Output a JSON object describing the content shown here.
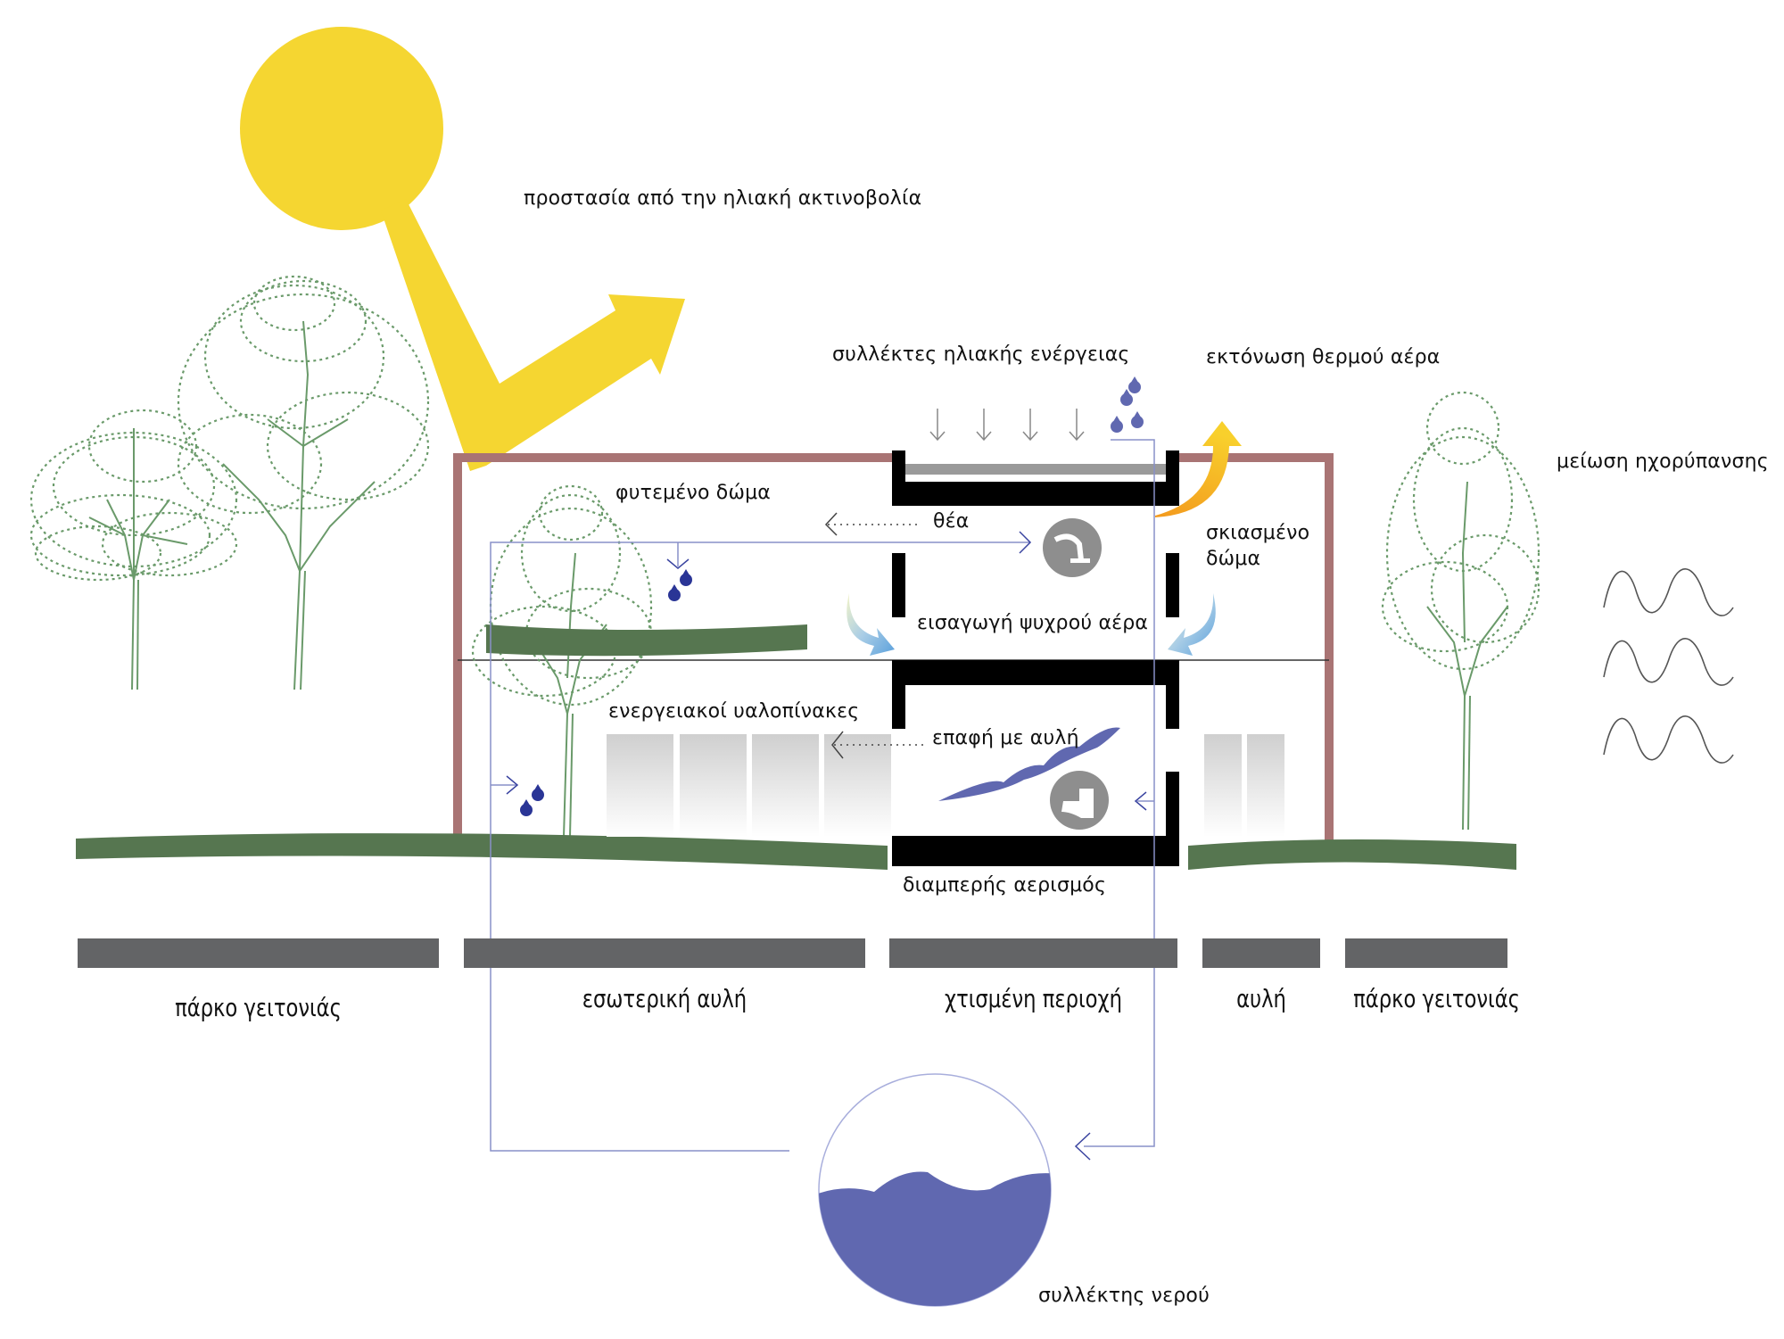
{
  "diagram": {
    "type": "bioclimatic architectural section",
    "colors": {
      "sun": "#f5d631",
      "tree_line": "#6a9a6a",
      "ground": "#567650",
      "frame": "#a97474",
      "wall": "#000000",
      "water": "#6068b0",
      "pipe": "#8890c8",
      "zone_bar": "#636466",
      "icon_circle": "#8e8e8e",
      "warm_arrow": "#f5a623",
      "cool_arrow": "#6aa8dc",
      "glass_panel": "#d9d9d9",
      "solar_collector": "#9a9a9a"
    },
    "annotations": {
      "solar_protection": "προστασία από την ηλιακή ακτινοβολία",
      "solar_collectors": "συλλέκτες ηλιακής ενέργειας",
      "hot_air_exhaust": "εκτόνωση θερμού αέρα",
      "noise_reduction": "μείωση ηχορύπανσης",
      "green_roof": "φυτεμένο δώμα",
      "view": "θέα",
      "shaded_roof_line1": "σκιασμένο",
      "shaded_roof_line2": "δώμα",
      "cool_air_intake": "εισαγωγή ψυχρού αέρα",
      "energy_glazing": "ενεργειακοί υαλοπίνακες",
      "courtyard_contact": "επαφή με αυλή",
      "cross_ventilation": "διαμπερής αερισμός",
      "water_collector": "συλλέκτης νερού"
    },
    "zones": [
      {
        "label": "πάρκο γειτονιάς"
      },
      {
        "label": "εσωτερική αυλή"
      },
      {
        "label": "χτισμένη περιοχή"
      },
      {
        "label": "αυλή"
      },
      {
        "label": "πάρκο γειτονιάς"
      }
    ],
    "icons": {
      "sun": "sun-icon",
      "sink": "sink-faucet-icon",
      "toilet": "toilet-icon",
      "water_drop": "water-drop-icon",
      "sound_wave": "sound-wave-icon",
      "tree": "tree-icon",
      "water_tank": "water-tank-icon"
    }
  }
}
